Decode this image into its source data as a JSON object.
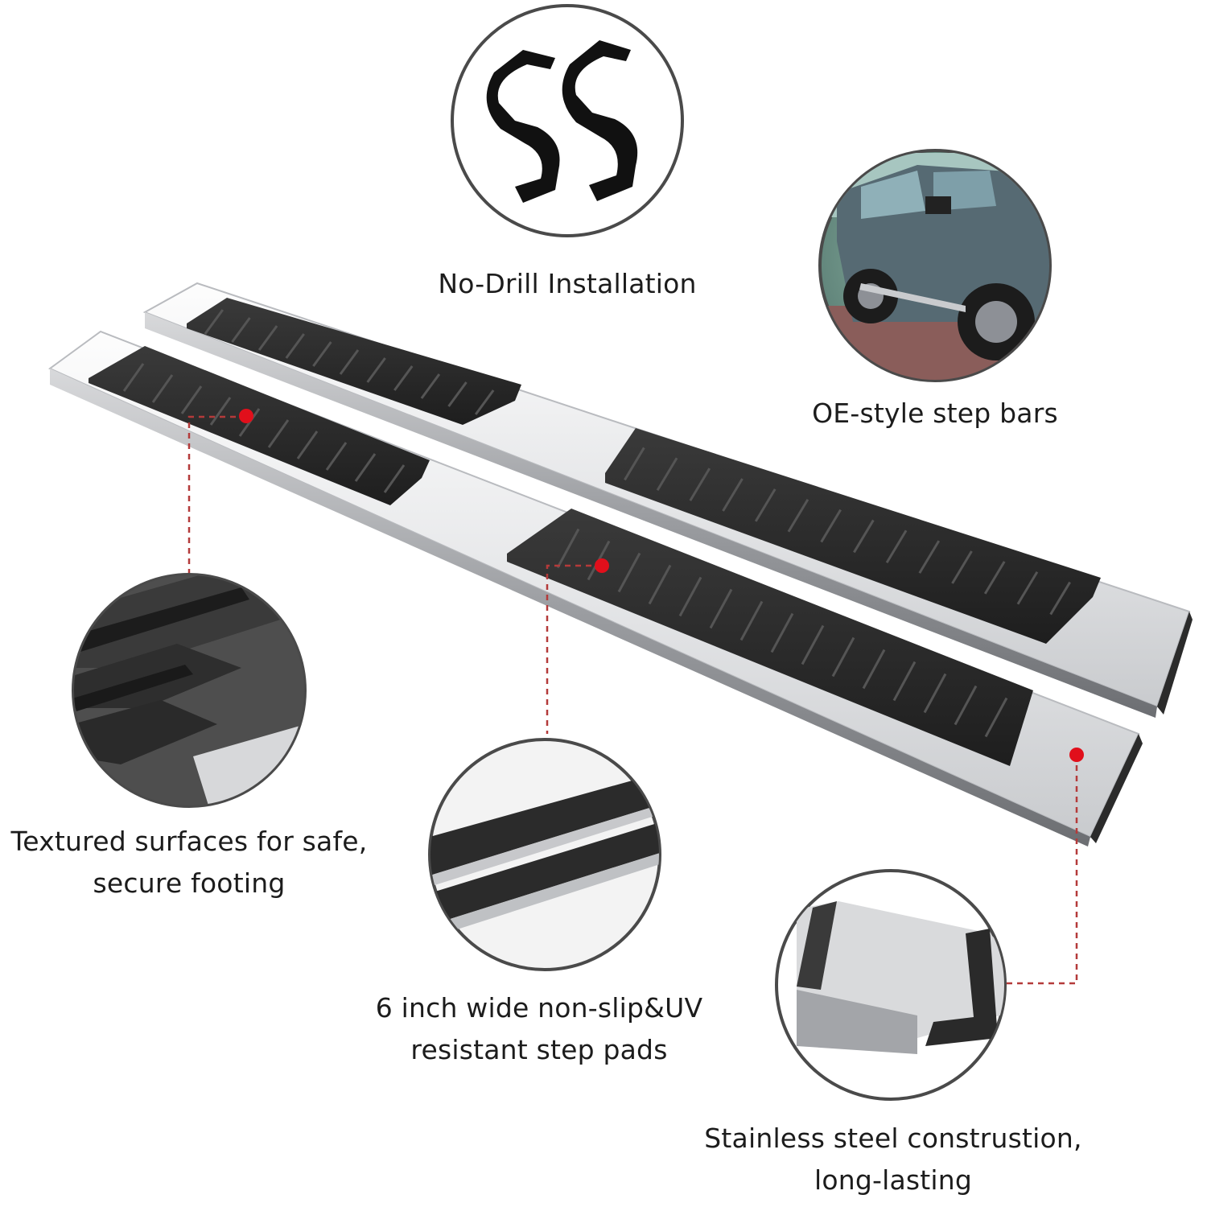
{
  "features": {
    "no_drill": {
      "lines": [
        "No-Drill Installation"
      ]
    },
    "oe_style": {
      "lines": [
        "OE-style step bars"
      ]
    },
    "textured": {
      "lines": [
        "Textured surfaces for safe,",
        "secure footing"
      ]
    },
    "step_pads": {
      "lines": [
        "6 inch wide non-slip&UV",
        "resistant step pads"
      ]
    },
    "stainless": {
      "lines": [
        "Stainless steel construstion,",
        "long-lasting"
      ]
    }
  },
  "colors": {
    "marker": "#e10f1b",
    "leader_line": "#b43a3a",
    "pad": "#2a2a2a",
    "steel": "#e9eaec",
    "circle_border": "#4a4a4a"
  },
  "icons": [
    "mounting-bracket-icon",
    "truck-photo",
    "texture-closeup",
    "step-pad-closeup",
    "end-cap-closeup"
  ]
}
